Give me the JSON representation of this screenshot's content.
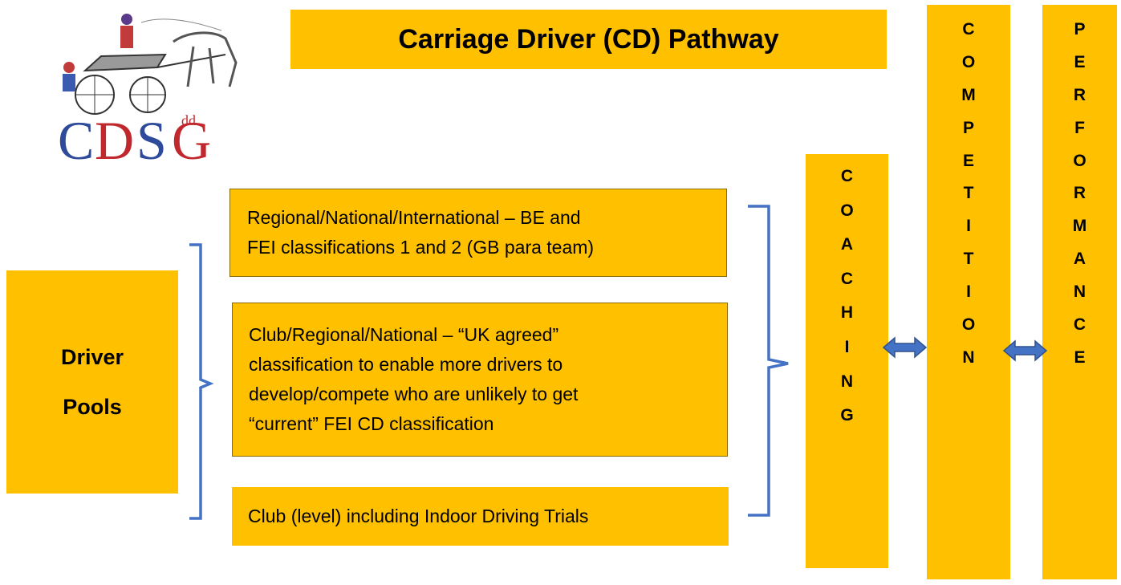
{
  "title": "Carriage Driver (CD) Pathway",
  "logo": {
    "text": "CDSG",
    "superscript": "dd"
  },
  "driver_pools": {
    "line1": "Driver",
    "line2": "Pools"
  },
  "levels": [
    {
      "lines": [
        "Regional/National/International – BE and",
        "FEI classifications 1 and 2 (GB para team)"
      ]
    },
    {
      "lines": [
        "Club/Regional/National – “UK agreed”",
        "classification to enable more drivers to",
        "develop/compete who are unlikely to get",
        "“current” FEI CD classification"
      ]
    },
    {
      "lines": [
        "Club (level) including Indoor Driving Trials"
      ]
    }
  ],
  "columns": {
    "coaching": [
      "C",
      "O",
      "A",
      "C",
      "H",
      "I",
      "N",
      "G"
    ],
    "competition": [
      "C",
      "O",
      "M",
      "P",
      "E",
      "T",
      "I",
      "T",
      "I",
      "O",
      "N"
    ],
    "performance": [
      "P",
      "E",
      "R",
      "F",
      "O",
      "R",
      "M",
      "A",
      "N",
      "C",
      "E"
    ]
  },
  "colors": {
    "box": "#FFC000",
    "bracket": "#4472C4",
    "arrow": "#4472C4",
    "logo_red": "#C0282D",
    "logo_blue": "#2E4A9A"
  }
}
